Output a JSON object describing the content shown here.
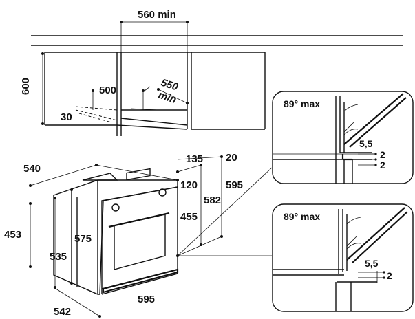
{
  "diagram": {
    "top_view": {
      "width_min": "560 min",
      "height": "600",
      "depth": "550",
      "depth_unit": "min",
      "opening_500": "500",
      "angle_30": "30"
    },
    "oven": {
      "depth_540": "540",
      "offset_135": "135",
      "offset_20": "20",
      "height_595": "595",
      "height_582": "582",
      "gap_120": "120",
      "height_455": "455",
      "height_453": "453",
      "height_575": "575",
      "height_535": "535",
      "width_595": "595",
      "depth_542": "542"
    },
    "detail_top": {
      "angle_label": "89° max",
      "gap_55": "5,5",
      "gap_2a": "2",
      "gap_2b": "2"
    },
    "detail_bottom": {
      "angle_label": "89° max",
      "gap_55": "5,5",
      "gap_2": "2"
    }
  }
}
